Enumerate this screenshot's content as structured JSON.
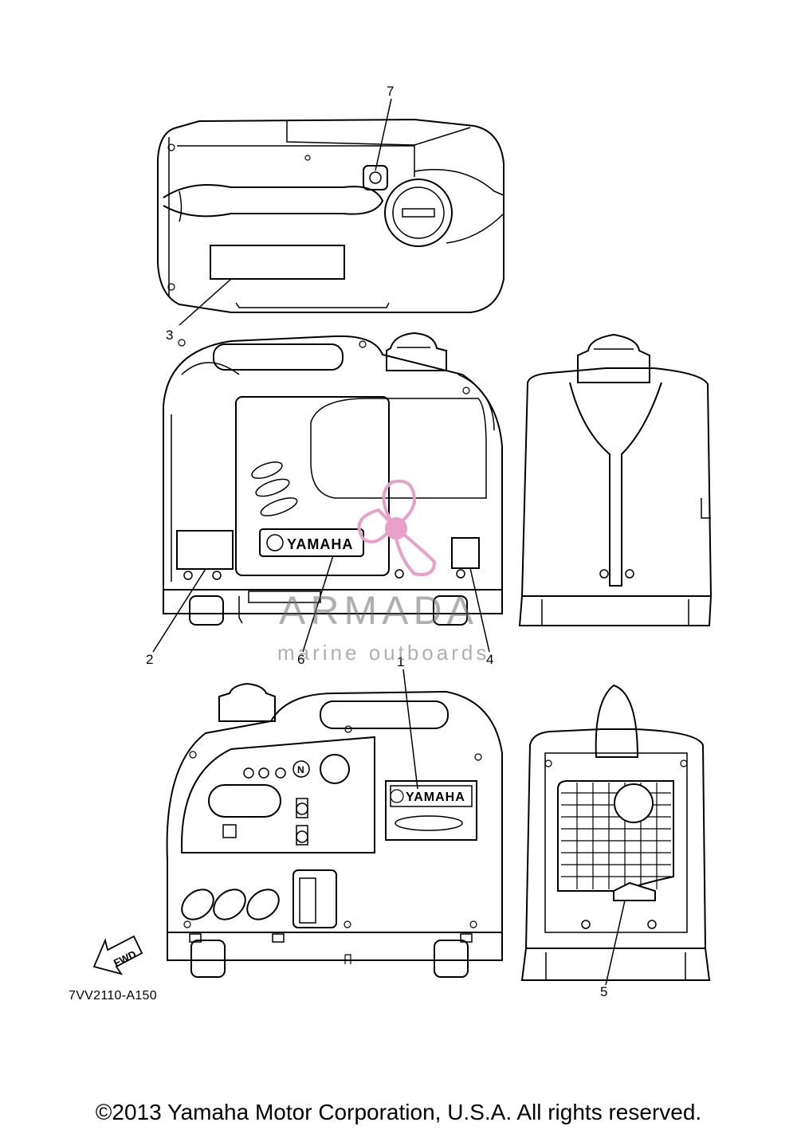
{
  "callouts": {
    "c1": "1",
    "c2": "2",
    "c3": "3",
    "c4": "4",
    "c5": "5",
    "c6": "6",
    "c7": "7"
  },
  "brand_plate_text": "YAMAHA",
  "fwd_label": "FWD",
  "knob_letter": "N",
  "diagram_code": "7VV2110-A150",
  "copyright": "©2013 Yamaha Motor Corporation, U.S.A. All rights reserved.",
  "watermark": {
    "name": "ARMADA",
    "tagline": "marine outboards",
    "accent_color": "#e8a0c8"
  }
}
